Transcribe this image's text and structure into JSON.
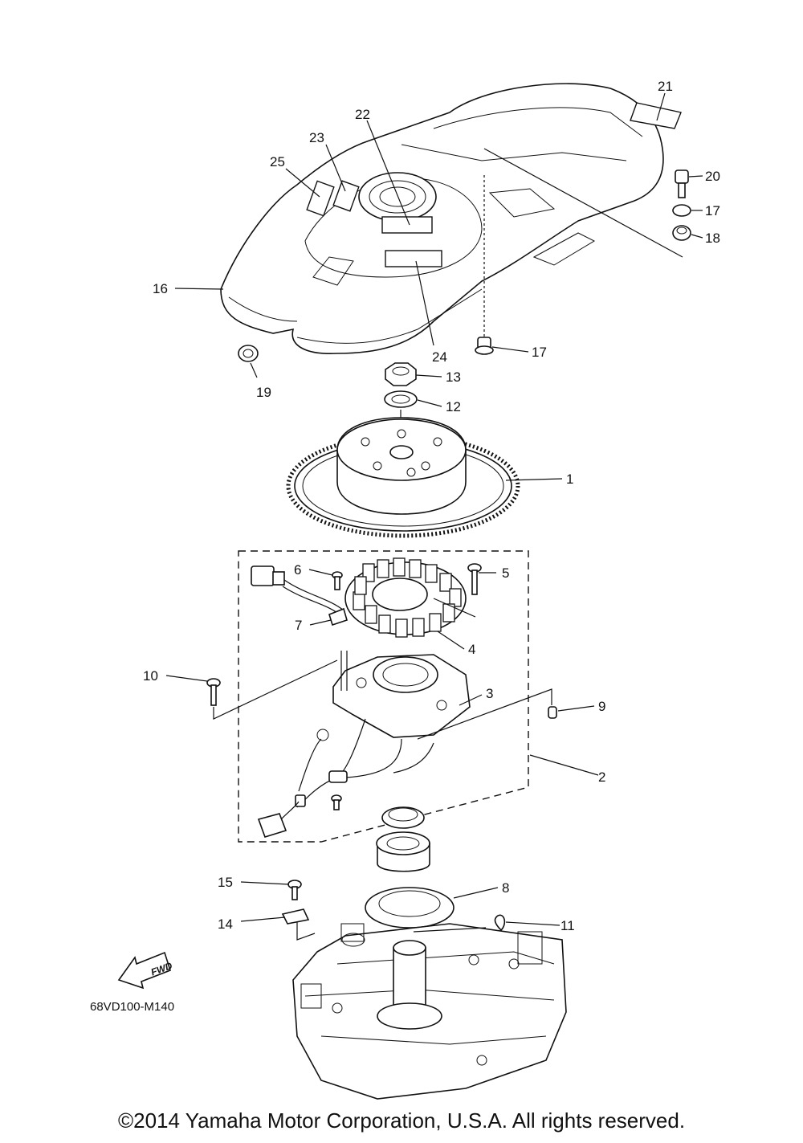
{
  "callouts": {
    "c1": "1",
    "c2": "2",
    "c3": "3",
    "c4": "4",
    "c5": "5",
    "c6": "6",
    "c7": "7",
    "c8": "8",
    "c9": "9",
    "c10": "10",
    "c11": "11",
    "c12": "12",
    "c13": "13",
    "c14": "14",
    "c15": "15",
    "c16": "16",
    "c17a": "17",
    "c17b": "17",
    "c18": "18",
    "c19": "19",
    "c20": "20",
    "c21": "21",
    "c22": "22",
    "c23": "23",
    "c24": "24",
    "c25": "25"
  },
  "fwd_label": "FWD",
  "diagram_code": "68VD100-M140",
  "copyright": "©2014 Yamaha Motor Corporation, U.S.A. All rights reserved."
}
